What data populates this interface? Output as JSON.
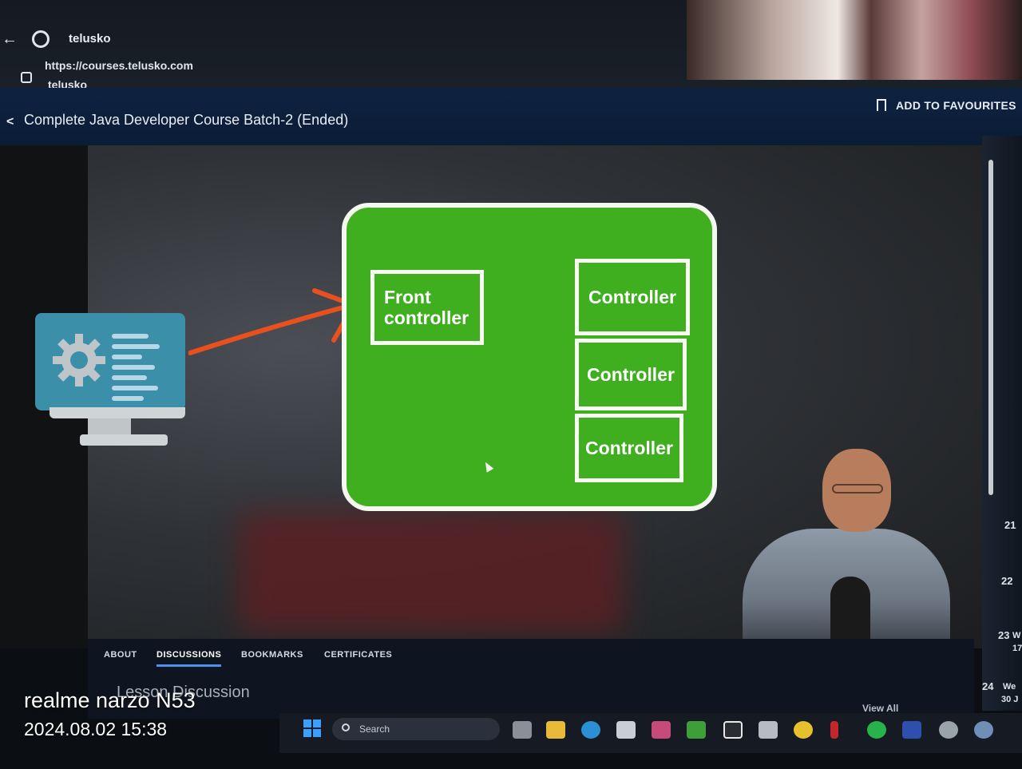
{
  "browser": {
    "site_name": "telusko",
    "url": "https://courses.telusko.com",
    "url_sub": "telusko"
  },
  "course": {
    "title": "Complete Java Developer Course Batch-2 (Ended)",
    "favourites_label": "ADD TO FAVOURITES"
  },
  "video": {
    "diagram": {
      "front_controller_line1": "Front",
      "front_controller_line2": "controller",
      "controllers": [
        "Controller",
        "Controller",
        "Controller"
      ]
    },
    "colors": {
      "board": "#3fae1f",
      "arrow": "#e8501e"
    }
  },
  "tabs": [
    {
      "label": "ABOUT",
      "active": false
    },
    {
      "label": "DISCUSSIONS",
      "active": true
    },
    {
      "label": "BOOKMARKS",
      "active": false
    },
    {
      "label": "CERTIFICATES",
      "active": false
    }
  ],
  "lesson": {
    "heading": "Lesson Discussion",
    "view_all": "View All"
  },
  "calendar": {
    "days": [
      "21",
      "22",
      "23",
      "24"
    ],
    "labels": [
      "W",
      "We"
    ],
    "sublabels": [
      "17",
      "30 J"
    ]
  },
  "taskbar": {
    "search_label": "Search"
  },
  "watermark": {
    "device": "realme narzo N53",
    "datetime": "2024.08.02 15:38"
  }
}
